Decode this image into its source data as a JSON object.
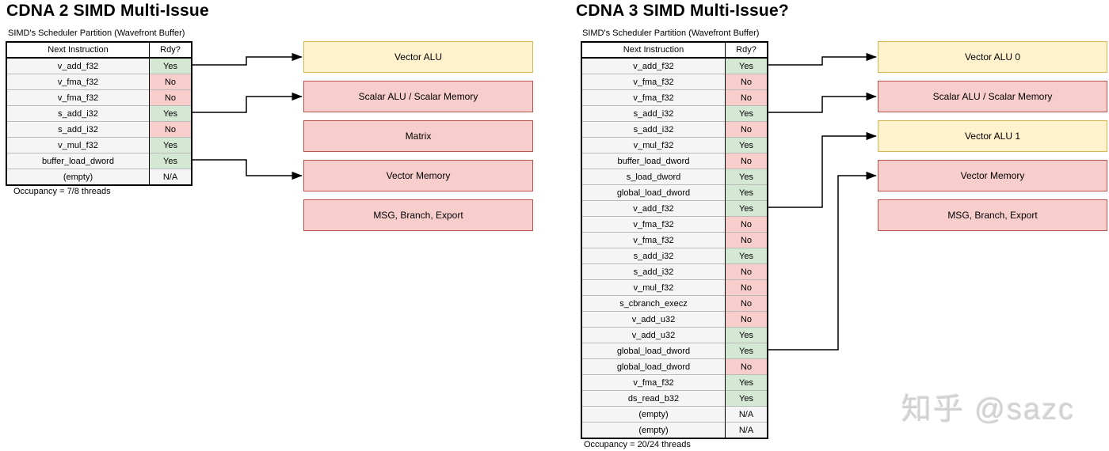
{
  "colors": {
    "unit_yellow_fill": "#FFF2CC",
    "unit_yellow_border": "#D6B656",
    "unit_pink_fill": "#F8CECC",
    "unit_pink_border": "#B85450",
    "cell_yes": "#D5E8D4",
    "cell_no": "#F8CECC",
    "cell_na": "#F5F5F5",
    "row_bg": "#F5F5F5",
    "row_line": "#B9B9B9",
    "arrow": "#000000"
  },
  "watermark": {
    "text": "知乎 @sazc"
  },
  "panels": [
    {
      "title": "CDNA 2 SIMD Multi-Issue",
      "subtitle": "SIMD's Scheduler Partition (Wavefront Buffer)",
      "occupancy": "Occupancy = 7/8 threads",
      "table": {
        "headers": [
          "Next Instruction",
          "Rdy?"
        ],
        "rows": [
          [
            "v_add_f32",
            "Yes"
          ],
          [
            "v_fma_f32",
            "No"
          ],
          [
            "v_fma_f32",
            "No"
          ],
          [
            "s_add_i32",
            "Yes"
          ],
          [
            "s_add_i32",
            "No"
          ],
          [
            "v_mul_f32",
            "Yes"
          ],
          [
            "buffer_load_dword",
            "Yes"
          ],
          [
            "(empty)",
            "N/A"
          ]
        ]
      },
      "units": [
        {
          "label": "Vector ALU",
          "style": "yellow"
        },
        {
          "label": "Scalar ALU / Scalar Memory",
          "style": "pink"
        },
        {
          "label": "Matrix",
          "style": "pink"
        },
        {
          "label": "Vector Memory",
          "style": "pink"
        },
        {
          "label": "MSG, Branch, Export",
          "style": "pink"
        }
      ],
      "arrows": [
        {
          "from_row": 0,
          "to_unit": 0
        },
        {
          "from_row": 3,
          "to_unit": 1
        },
        {
          "from_row": 6,
          "to_unit": 3
        }
      ]
    },
    {
      "title": "CDNA 3 SIMD Multi-Issue?",
      "subtitle": "SIMD's Scheduler Partition (Wavefront Buffer)",
      "occupancy": "Occupancy = 20/24 threads",
      "table": {
        "headers": [
          "Next Instruction",
          "Rdy?"
        ],
        "rows": [
          [
            "v_add_f32",
            "Yes"
          ],
          [
            "v_fma_f32",
            "No"
          ],
          [
            "v_fma_f32",
            "No"
          ],
          [
            "s_add_i32",
            "Yes"
          ],
          [
            "s_add_i32",
            "No"
          ],
          [
            "v_mul_f32",
            "Yes"
          ],
          [
            "buffer_load_dword",
            "No"
          ],
          [
            "s_load_dword",
            "Yes"
          ],
          [
            "global_load_dword",
            "Yes"
          ],
          [
            "v_add_f32",
            "Yes"
          ],
          [
            "v_fma_f32",
            "No"
          ],
          [
            "v_fma_f32",
            "No"
          ],
          [
            "s_add_i32",
            "Yes"
          ],
          [
            "s_add_i32",
            "No"
          ],
          [
            "v_mul_f32",
            "No"
          ],
          [
            "s_cbranch_execz",
            "No"
          ],
          [
            "v_add_u32",
            "No"
          ],
          [
            "v_add_u32",
            "Yes"
          ],
          [
            "global_load_dword",
            "Yes"
          ],
          [
            "global_load_dword",
            "No"
          ],
          [
            "v_fma_f32",
            "Yes"
          ],
          [
            "ds_read_b32",
            "Yes"
          ],
          [
            "(empty)",
            "N/A"
          ],
          [
            "(empty)",
            "N/A"
          ]
        ]
      },
      "units": [
        {
          "label": "Vector ALU 0",
          "style": "yellow"
        },
        {
          "label": "Scalar ALU / Scalar Memory",
          "style": "pink"
        },
        {
          "label": "Vector ALU 1",
          "style": "yellow"
        },
        {
          "label": "Vector Memory",
          "style": "pink"
        },
        {
          "label": "MSG, Branch, Export",
          "style": "pink"
        }
      ],
      "arrows": [
        {
          "from_row": 0,
          "to_unit": 0
        },
        {
          "from_row": 3,
          "to_unit": 1
        },
        {
          "from_row": 9,
          "to_unit": 2
        },
        {
          "from_row": 18,
          "to_unit": 3
        }
      ]
    }
  ]
}
